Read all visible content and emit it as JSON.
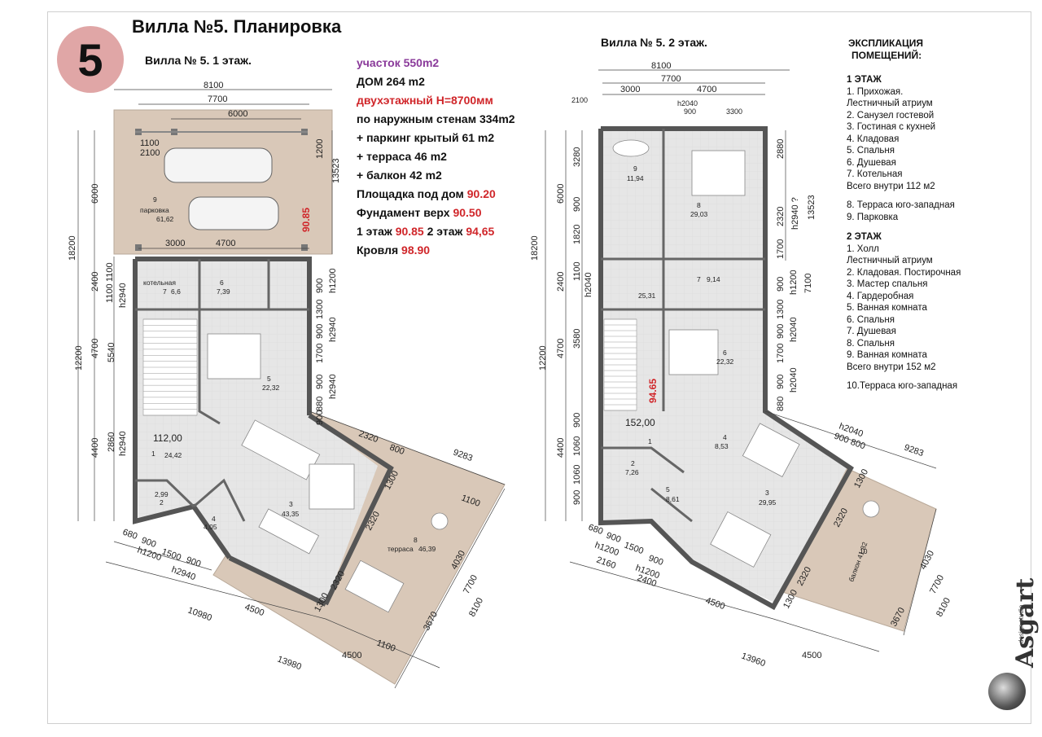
{
  "badge_number": "5",
  "title": "Вилла №5. Планировка",
  "floor1_title": "Вилла № 5. 1 этаж.",
  "floor2_title": "Вилла № 5. 2 этаж.",
  "info": {
    "plot_label": "участок 550m2",
    "house": "ДОМ 264 m2",
    "two_storey": "двухэтажный H=8700мм",
    "outer_walls": "по наружным стенам 334m2",
    "parking": "+ паркинг крытый 61  m2",
    "terrace": "+ терраса 46 m2",
    "balcony": " + балкон 42 m2",
    "platform_label": "Площадка под дом ",
    "platform_value": "90.20",
    "foundation_label": "Фундамент верх ",
    "foundation_value": "90.50",
    "floor1_label": "1 этаж ",
    "floor1_value": "90.85",
    "floor2_label": " 2 этаж ",
    "floor2_value": "94,65",
    "roof_label": "Кровля ",
    "roof_value": "98.90"
  },
  "explication": {
    "header_line1": "ЭКСПЛИКАЦИЯ",
    "header_line2": "ПОМЕЩЕНИЙ:",
    "floor1_heading": "1 ЭТАЖ",
    "floor1_items": [
      "1. Прихожая.",
      "    Лестничный атриум",
      "2. Санузел гостевой",
      "3. Гостиная с кухней",
      "4. Кладовая",
      "5. Спальня",
      "6. Душевая",
      "7. Котельная",
      "Всего внутри  112 м2"
    ],
    "floor1_extra": [
      "8. Терраса юго-западная",
      "9. Парковка"
    ],
    "floor2_heading": "2 ЭТАЖ",
    "floor2_items": [
      "1. Холл",
      "    Лестничный атриум",
      "2. Кладовая. Постирочная",
      "3. Мастер спальня",
      "4. Гардеробная",
      "5. Ванная комната",
      "6. Спальня",
      "7. Душевая",
      "8. Спальня",
      "9. Ванная комната",
      " Всего внутри  152 м2"
    ],
    "floor2_extra": [
      "10.Терраса юго-западная"
    ]
  },
  "plan1": {
    "dims": {
      "d8100": "8100",
      "d7700": "7700",
      "d6000": "6000",
      "d1100": "1100",
      "d2100": "2100",
      "d1200": "1200",
      "d13523": "13523",
      "d6000v": "6000",
      "d18200": "18200",
      "d3000": "3000",
      "d4700": "4700",
      "d2400": "2400",
      "d1100a": "1100",
      "d1100b": "1100",
      "dh2940a": "h2940",
      "d4700v": "4700",
      "d12200": "12200",
      "d5540": "5540",
      "d4400": "4400",
      "d2860": "2860",
      "dh2940b": "h2940",
      "dh1200": "h1200",
      "d900a": "900",
      "d1300a": "1300",
      "d900b": "900",
      "dh2940c": "h2940",
      "d1700": "1700",
      "d900c": "900",
      "dh2940d": "h2940",
      "d880": "880",
      "d900d": "900",
      "d2320a": "2320",
      "d800": "800",
      "d9283": "9283",
      "d1300b": "1300",
      "d1100c": "1100",
      "d2320b": "2320",
      "d4030": "4030",
      "d7700b": "7700",
      "d8100b": "8100",
      "d2320c": "2320",
      "d1300c": "1300",
      "d3670": "3670",
      "d1100d": "1100",
      "d4500a": "4500",
      "d4500b": "4500",
      "d10980": "10980",
      "d13980": "13980",
      "d680": "680",
      "d900e": "900",
      "dh1200b": "h1200",
      "d1500": "1500",
      "d900f": "900",
      "dh2940e": "h2940"
    },
    "rooms": {
      "parking_no": "9",
      "parking_name": "парковка",
      "parking_area": "61,62",
      "boiler_name": "котельная",
      "boiler_no": "7",
      "boiler_area": "6,6",
      "shower_no": "6",
      "shower_area": "7,39",
      "bedroom_no": "5",
      "bedroom_area": "22,32",
      "hall_total": "112,00",
      "hall_no": "1",
      "hall_area": "24,42",
      "wc_area": "2,99",
      "wc_no": "2",
      "store_no": "4",
      "store_area": "4,05",
      "living_no": "3",
      "living_area": "43,35",
      "terrace_no": "8",
      "terrace_name": "терраса",
      "terrace_area": "46,39"
    },
    "elevation": "90.85"
  },
  "plan2": {
    "dims": {
      "d8100": "8100",
      "d7700": "7700",
      "d3000": "3000",
      "d4700": "4700",
      "d2100": "2100",
      "dh2040": "h2040",
      "d900": "900",
      "d3300": "3300",
      "d3280": "3280",
      "d6000": "6000",
      "d900v": "900",
      "d1820": "1820",
      "d18200": "18200",
      "d2880": "2880",
      "d2320": "2320",
      "dh2940": "h2940 ?",
      "d1700": "1700",
      "d13523": "13523",
      "d2400": "2400",
      "d1100": "1100",
      "dh2040b": "h2040",
      "d4700v": "4700",
      "d3580": "3580",
      "d12200": "12200",
      "d4400": "4400",
      "d900a": "900",
      "dh1200": "h1200",
      "d7100": "7100",
      "d1300": "1300",
      "d900b": "900",
      "dh2040c": "h2040",
      "d1700b": "1700",
      "d900c": "900",
      "dh2040d": "h2040",
      "d880": "880",
      "dh2040e": "h2040",
      "d900_800": "900 800",
      "d9283": "9283",
      "d1300b": "1300",
      "d2320b": "2320",
      "d4030": "4030",
      "d7700b": "7700",
      "d8100b": "8100",
      "d2320c": "2320",
      "d1300c": "1300",
      "d3670": "3670",
      "d4500a": "4500",
      "d4500b": "4500",
      "d13960": "13960",
      "d680": "680",
      "d900d": "900",
      "dh1200b": "h1200",
      "d1500": "1500",
      "d2160": "2160",
      "d900e": "900",
      "dh1200c": "h1200",
      "d2400b": "2400",
      "d1060a": "1060",
      "d900f": "900",
      "d1060b": "1060",
      "d900g": "900"
    },
    "rooms": {
      "bath9_no": "9",
      "bath9_area": "11,94",
      "bed8_no": "8",
      "bed8_area": "29,03",
      "hall_area": "25,31",
      "shower7_no": "7",
      "shower7_area": "9,14",
      "bed6_no": "6",
      "bed6_area": "22,32",
      "hall_total": "152,00",
      "hall_no": "1",
      "store2_no": "2",
      "store2_area": "7,26",
      "wardrobe_no": "4",
      "wardrobe_area": "8,53",
      "bath5_no": "5",
      "bath5_area": "8,61",
      "master_no": "3",
      "master_area": "29,95",
      "balcony_no": "10",
      "balcony_name": "балкон 41,82"
    },
    "elevation": "94.65"
  },
  "logo": {
    "name": "Asgart",
    "sub": "design studio"
  }
}
